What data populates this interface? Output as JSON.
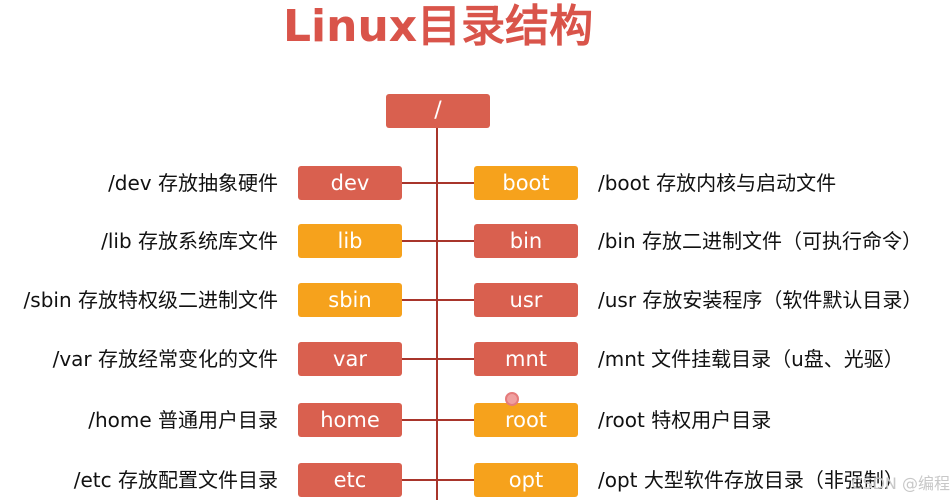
{
  "title": "Linux目录结构",
  "root": "/",
  "rows": [
    {
      "left_desc": "/dev 存放抽象硬件",
      "left_node": "dev",
      "left_color": "red",
      "right_node": "boot",
      "right_color": "orange",
      "right_desc": "/boot 存放内核与启动文件"
    },
    {
      "left_desc": "/lib 存放系统库文件",
      "left_node": "lib",
      "left_color": "orange",
      "right_node": "bin",
      "right_color": "red",
      "right_desc": "/bin 存放二进制文件（可执行命令）"
    },
    {
      "left_desc": "/sbin 存放特权级二进制文件",
      "left_node": "sbin",
      "left_color": "orange",
      "right_node": "usr",
      "right_color": "red",
      "right_desc": "/usr 存放安装程序（软件默认目录）"
    },
    {
      "left_desc": "/var 存放经常变化的文件",
      "left_node": "var",
      "left_color": "red",
      "right_node": "mnt",
      "right_color": "red",
      "right_desc": "/mnt 文件挂载目录（u盘、光驱）"
    },
    {
      "left_desc": "/home 普通用户目录",
      "left_node": "home",
      "left_color": "red",
      "right_node": "root",
      "right_color": "orange",
      "right_desc": "/root 特权用户目录"
    },
    {
      "left_desc": "/etc 存放配置文件目录",
      "left_node": "etc",
      "left_color": "red",
      "right_node": "opt",
      "right_color": "orange",
      "right_desc": "/opt 大型软件存放目录（非强制）"
    }
  ],
  "colors": {
    "red": "#d9604f",
    "orange": "#f6a21c",
    "title": "#d9544a",
    "line": "#a8352b"
  },
  "watermark": "CSDN @编程"
}
